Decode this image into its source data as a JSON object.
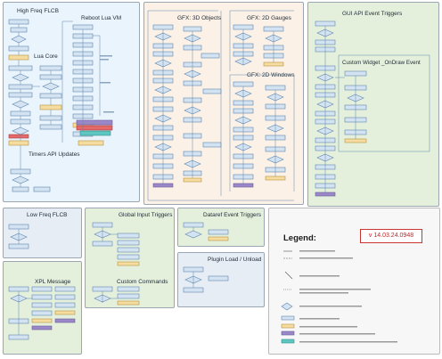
{
  "panels": {
    "high_freq_title": "High Freq FLCB",
    "reboot_title": "Reboot Lua VM",
    "lua_core_title": "Lua Core",
    "timers_title": "Timers API Updates",
    "gfx3d_title": "GFX: 3D Objects",
    "gfx2d_gauges_title": "GFX: 2D Gauges",
    "gfx2d_windows_title": "GFX: 2D Windows",
    "gui_api_title": "GUI API Event Triggers",
    "custom_widget_title": "Custom Widget _OnDraw Event",
    "low_freq_title": "Low Freq FLCB",
    "global_input_title": "Global Input Triggers",
    "dataref_title": "Dataref Event Triggers",
    "plugin_load_title": "Plugin Load / Unload",
    "custom_commands_title": "Custom Commands",
    "xpl_message_title": "XPL Message"
  },
  "legend": {
    "title": "Legend:",
    "version": "v 14.03.24.0948"
  },
  "colors": {
    "blue_panel": "#eaf4fd",
    "peach_panel": "#fbf1e6",
    "green_panel": "#e4f0dc",
    "lightblue_panel": "#e7edf5",
    "node_fill": "#d4e3f2",
    "node_stroke": "#5f86ad",
    "yellow_node": "#f5dca0",
    "purple_node": "#9a88c8",
    "red_node": "#e46a6a",
    "teal_node": "#5ec7c2",
    "version_red": "#cc2222"
  }
}
